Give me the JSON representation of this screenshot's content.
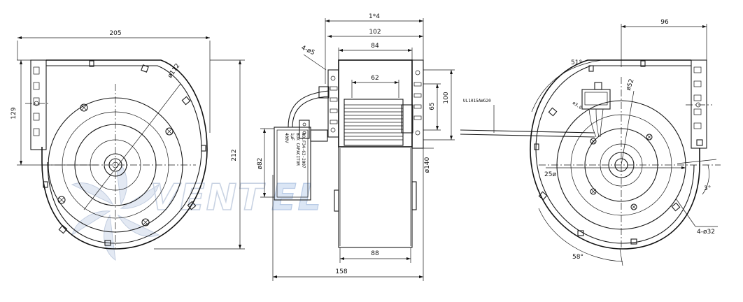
{
  "watermark": {
    "brand_left": "VENT",
    "brand_right": "EL"
  },
  "front_view": {
    "width": "205",
    "height_left": "129",
    "height_right": "212",
    "diameter": "ø112"
  },
  "side_view": {
    "width_top": "1*4",
    "width_102": "102",
    "width_84": "84",
    "holes": "4-ø5",
    "inner_62": "62",
    "height_100": "100",
    "height_65": "65",
    "diameter_140": "ø140",
    "capacitor_diameter": "ø82",
    "bottom_88": "88",
    "bottom_158": "158",
    "capacitor_text_1": "NO.F34-63-2007",
    "capacitor_text_2": "BOX CAPACITOR",
    "capacitor_text_3": "1µF",
    "capacitor_text_4": "400V"
  },
  "rear_view": {
    "width_96": "96",
    "angle_51": "51°",
    "diameter_52": "ø52",
    "wire_label": "UL1015AWG20",
    "angle_3": "3°",
    "dim_25": "25ø",
    "holes_bottom": "4-ø32",
    "angle_58": "58°",
    "small_label": "ø3.6"
  }
}
